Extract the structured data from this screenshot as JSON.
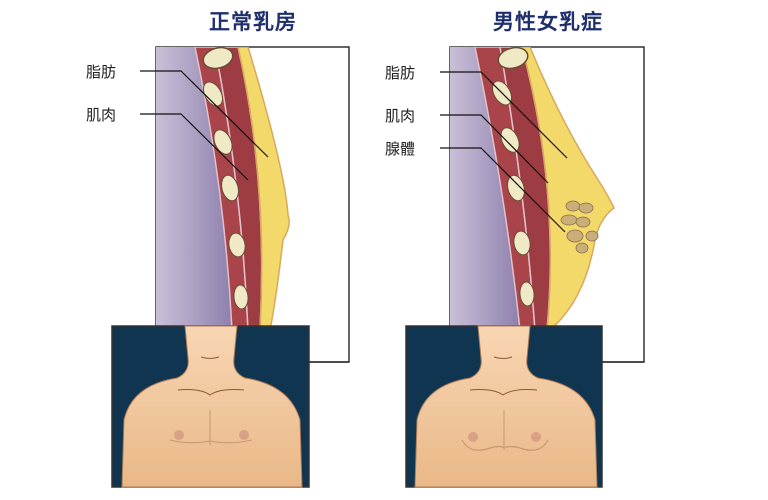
{
  "panels": [
    {
      "title": "正常乳房",
      "labels": [
        "脂肪",
        "肌肉"
      ]
    },
    {
      "title": "男性女乳症",
      "labels": [
        "脂肪",
        "肌肉",
        "腺體"
      ]
    }
  ],
  "colors": {
    "title": "#1f2f6e",
    "chest_cavity": "#a79bc0",
    "muscle": "#a8444a",
    "fat": "#f3d86a",
    "gland": "#c9ae7a",
    "skin": "#f4c9a0",
    "torso_bg": "#0f3550"
  }
}
